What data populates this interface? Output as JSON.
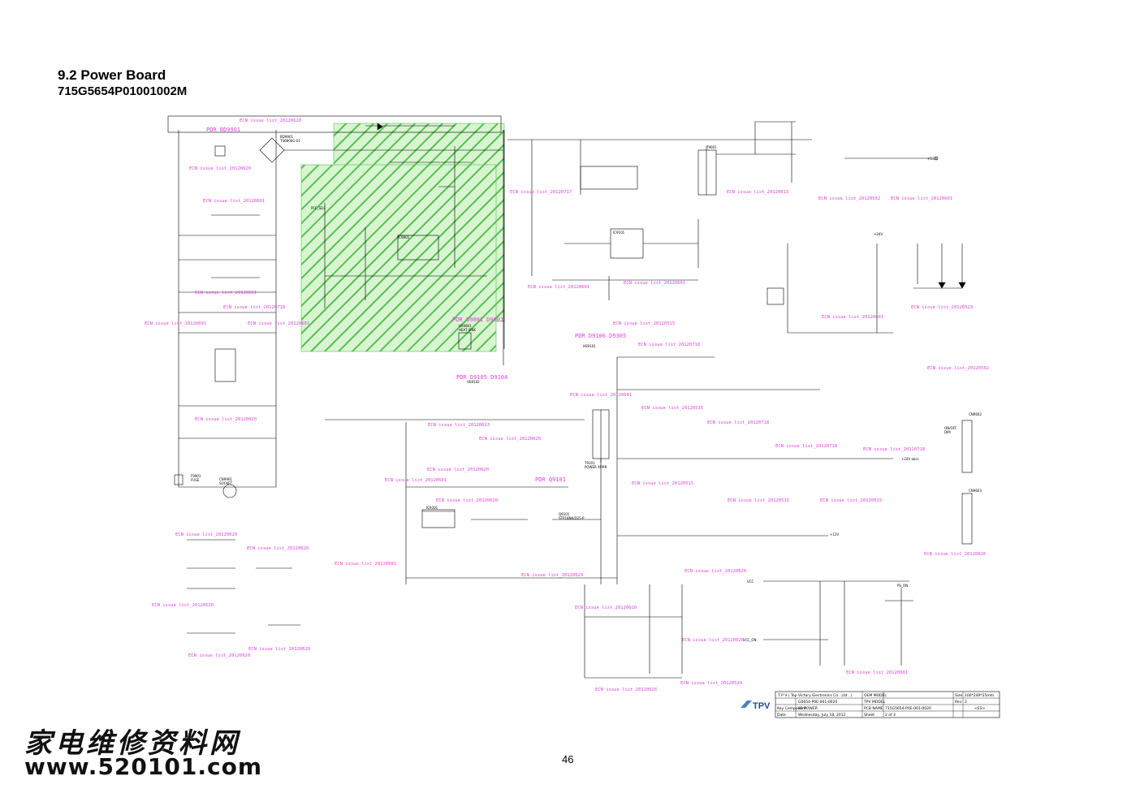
{
  "page": {
    "title": "9.2 Power Board",
    "subtitle": "715G5654P01001002M",
    "page_number": "46"
  },
  "watermark": {
    "chinese": "家电维修资料网",
    "url": "www.520101.com"
  },
  "ecn_labels": [
    "ECN issue list_20120620",
    "ECN issue list_20120601",
    "ECN issue list_20120717",
    "ECN issue list_20120613",
    "ECN issue list_20120502",
    "ECN issue list_20120718",
    "ECN issue list_20120515",
    "ECN issue list_20120529",
    "ECN issue list_20120626"
  ],
  "pdr_labels": {
    "pdr_bd9901": "PDR BD9901",
    "pdr_q9801": "PDR Q9801 D9801",
    "pdr_d9106": "PDR D9106 D9305",
    "pdr_d9105": "PDR D9105 D9104",
    "pdr_q9101": "PDR Q9101"
  },
  "parts": {
    "bd9901": "BD9901",
    "bd9901_val": "TS6B06G-01",
    "f9901": "F9901",
    "f9901_val": "FUSE",
    "cn9901": "CN9901",
    "cn9901_val": "SOCKET",
    "ic9801": "IC9801",
    "ic9101": "IC9101",
    "ic9301": "IC9301",
    "t9101": "T9101",
    "t9101_val": "POWER XFMR",
    "t9001": "T9001",
    "cn9602": "CN9602",
    "cn9603": "CN9603",
    "q9101": "Q9101",
    "q9101_val": "STP18NK/D25-P",
    "hs9801": "HS9801",
    "hs9801_val": "HEAT SINK",
    "hs9101": "HS9101",
    "hs9102": "HS9102",
    "pfc_sd3": "PFC_SD3",
    "vcc_on": "VCC_ON",
    "vcc": "VCC",
    "ps_on": "PS_ON",
    "plus12v": "+12V",
    "plus24v": "+24V",
    "plus5v": "+5.2V",
    "rail_24v_a": "+24V abcs",
    "dim": "DIM",
    "on_off": "ON/OFF"
  },
  "title_block": {
    "company": "T P V ( Top Victory Electronics Co . Ltd . )",
    "oem_model_label": "OEM MODEL",
    "tpv_model_label": "TPV MODEL",
    "pcb_name_label": "PCB NAME",
    "size_label": "Size",
    "size_value": "100*249*25mm",
    "rev_label": "Rev",
    "rev_value": "2",
    "ref_number": "G0654-P0E-001-0020",
    "component_label": "Key Component",
    "component_value": "02 POWER",
    "pcb_name_value": "715G5654-P0E-001-0020",
    "date_label": "Date",
    "date_value": "Wednesday, July 18, 2012",
    "sheet_label": "Sheet",
    "sheet_value": "2 of 3",
    "notes": "<ES>"
  },
  "logo_text": "TPV"
}
